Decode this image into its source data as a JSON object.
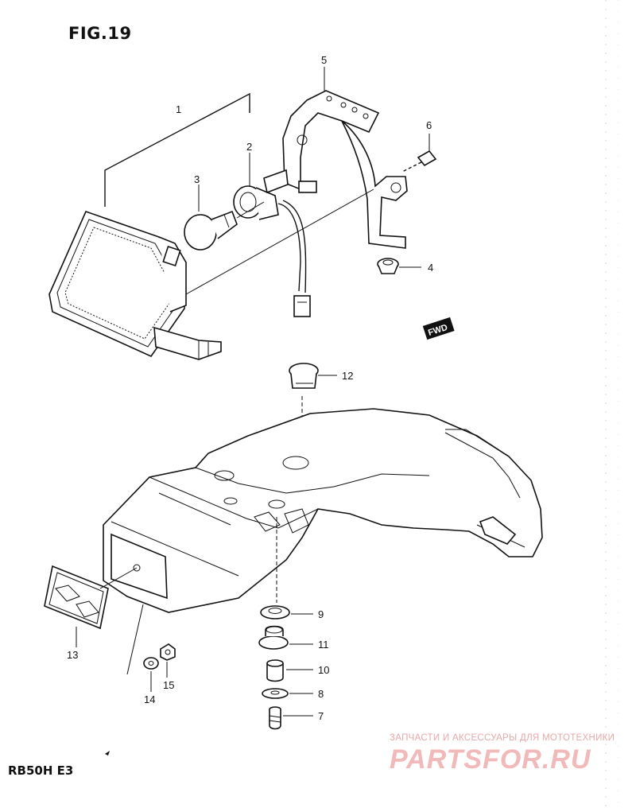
{
  "figure": {
    "title": "FIG.19",
    "model": "RB50H  E3",
    "fwd_badge": "FWD"
  },
  "callouts": [
    {
      "id": "c1",
      "label": "1"
    },
    {
      "id": "c2",
      "label": "2"
    },
    {
      "id": "c3",
      "label": "3"
    },
    {
      "id": "c4",
      "label": "4"
    },
    {
      "id": "c5",
      "label": "5"
    },
    {
      "id": "c6",
      "label": "6"
    },
    {
      "id": "c7",
      "label": "7"
    },
    {
      "id": "c8",
      "label": "8"
    },
    {
      "id": "c9",
      "label": "9"
    },
    {
      "id": "c10",
      "label": "10"
    },
    {
      "id": "c11",
      "label": "11"
    },
    {
      "id": "c12",
      "label": "12"
    },
    {
      "id": "c13",
      "label": "13"
    },
    {
      "id": "c14",
      "label": "14"
    },
    {
      "id": "c15",
      "label": "15"
    }
  ],
  "watermark": {
    "tagline": "ЗАПЧАСТИ И АКСЕССУАРЫ ДЛЯ МОТОТЕХНИКИ",
    "logo": "PARTSFOR.RU"
  }
}
